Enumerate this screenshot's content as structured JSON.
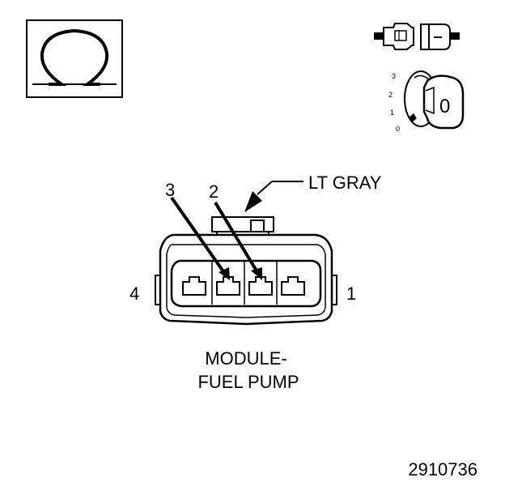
{
  "symbols": {
    "ohm_glyph": "Ω",
    "key_display_digit": "0",
    "key_positions": [
      "3",
      "2",
      "1",
      "0"
    ],
    "icons": [
      "ohmmeter-icon",
      "disconnected-connector-icon",
      "ignition-key-icon"
    ]
  },
  "connector": {
    "wire_color_label": "LT GRAY",
    "pin_labels": {
      "pin_3": "3",
      "pin_2": "2",
      "pin_4": "4",
      "pin_1": "1"
    },
    "name_line1": "MODULE-",
    "name_line2": "FUEL PUMP"
  },
  "figure_number": "2910736"
}
